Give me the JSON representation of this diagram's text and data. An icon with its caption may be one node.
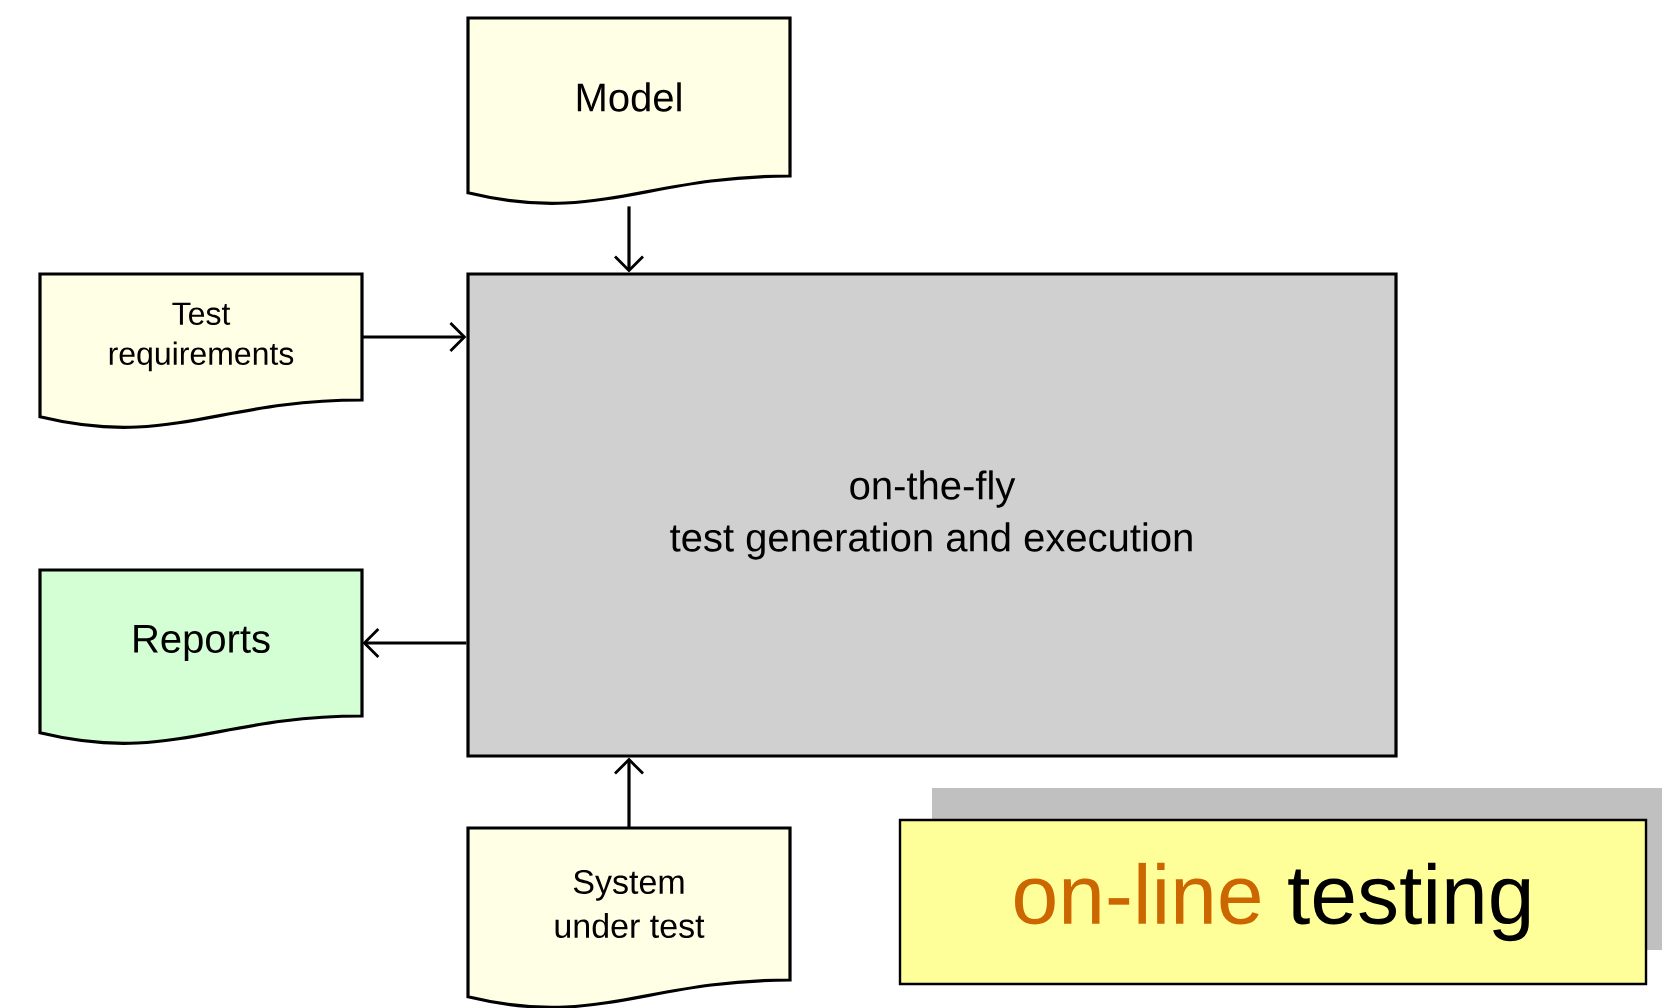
{
  "diagram": {
    "nodes": [
      {
        "text": [
          "Model"
        ]
      },
      {
        "text": [
          "Test requirements"
        ]
      },
      {
        "text": [
          "on-the-fly test generation and execution"
        ]
      },
      {
        "text": [
          "Reports"
        ]
      },
      {
        "text": [
          "System under test"
        ]
      }
    ],
    "edges": [
      {
        "from": 0,
        "to": 2,
        "arrow": "to"
      },
      {
        "from": 1,
        "to": 2,
        "arrow": "to"
      },
      {
        "from": 2,
        "to": 3,
        "arrow": "to"
      },
      {
        "from": 4,
        "to": 2,
        "arrow": "to"
      }
    ],
    "labels": [
      "on-line",
      "testing"
    ]
  }
}
